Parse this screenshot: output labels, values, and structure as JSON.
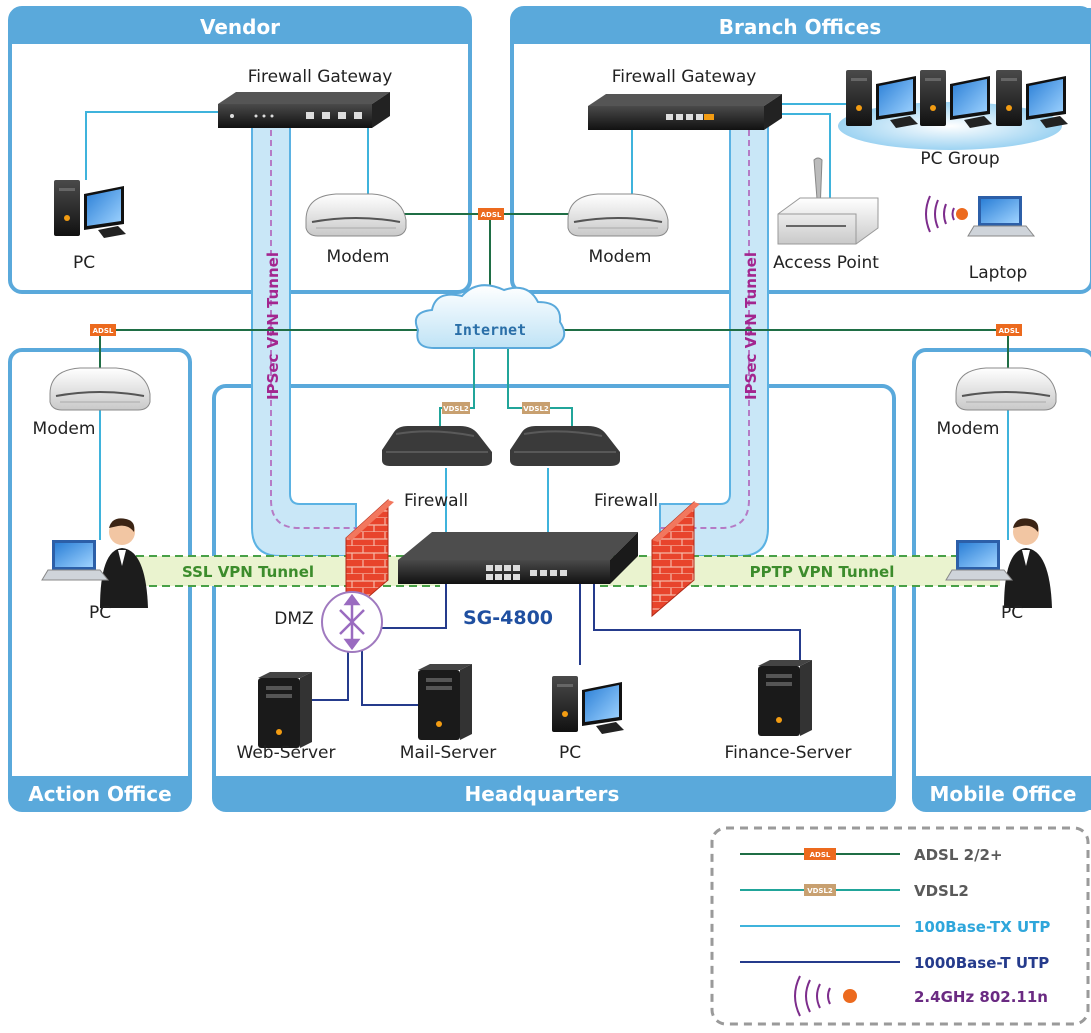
{
  "regions": {
    "vendor": "Vendor",
    "branch": "Branch Offices",
    "action": "Action Office",
    "hq": "Headquarters",
    "mobile": "Mobile Office"
  },
  "devices": {
    "vendor_firewall": "Firewall Gateway",
    "vendor_pc": "PC",
    "vendor_modem": "Modem",
    "branch_firewall": "Firewall Gateway",
    "branch_pc_group": "PC Group",
    "branch_modem": "Modem",
    "branch_ap": "Access Point",
    "branch_laptop": "Laptop",
    "internet": "Internet",
    "action_modem": "Modem",
    "action_pc": "PC",
    "mobile_modem": "Modem",
    "mobile_pc": "PC",
    "hq_firewall_left": "Firewall",
    "hq_firewall_right": "Firewall",
    "switch": "SG-4800",
    "dmz": "DMZ",
    "web_server": "Web-Server",
    "mail_server": "Mail-Server",
    "hq_pc": "PC",
    "finance_server": "Finance-Server"
  },
  "tunnels": {
    "ipsec_left": "IPSec VPN Tunnel",
    "ipsec_right": "IPSec VPN Tunnel",
    "ssl": "SSL VPN Tunnel",
    "pptp": "PPTP VPN Tunnel"
  },
  "tags": {
    "adsl": "ADSL",
    "vdsl": "VDSL2"
  },
  "legend": {
    "adsl": "ADSL 2/2+",
    "vdsl": "VDSL2",
    "fast": "100Base-TX UTP",
    "gig": "1000Base-T UTP",
    "wifi": "2.4GHz 802.11n"
  },
  "colors": {
    "region_border": "#5aa9db",
    "region_title_bg": "#5aa9db",
    "adsl_line": "#1f6e45",
    "vdsl_line": "#21a59a",
    "fast_line": "#3fb3dc",
    "gig_line": "#253b8c",
    "ipsec_text": "#a3268f",
    "ssl_text": "#3c8c2c",
    "adsl_tag": "#ec6a1e",
    "vdsl_tag": "#c8a070",
    "wifi": "#7d2d8c"
  },
  "icons": {
    "firewall_gateway": "rack-gateway-icon",
    "modem": "modem-icon",
    "pc": "desktop-pc-icon",
    "laptop": "laptop-icon",
    "access_point": "access-point-icon",
    "cloud": "cloud-icon",
    "brick_firewall": "brick-wall-icon",
    "switch": "switch-icon",
    "router": "router-icon",
    "server": "server-icon",
    "user": "user-icon",
    "wifi": "wifi-signal-icon"
  }
}
